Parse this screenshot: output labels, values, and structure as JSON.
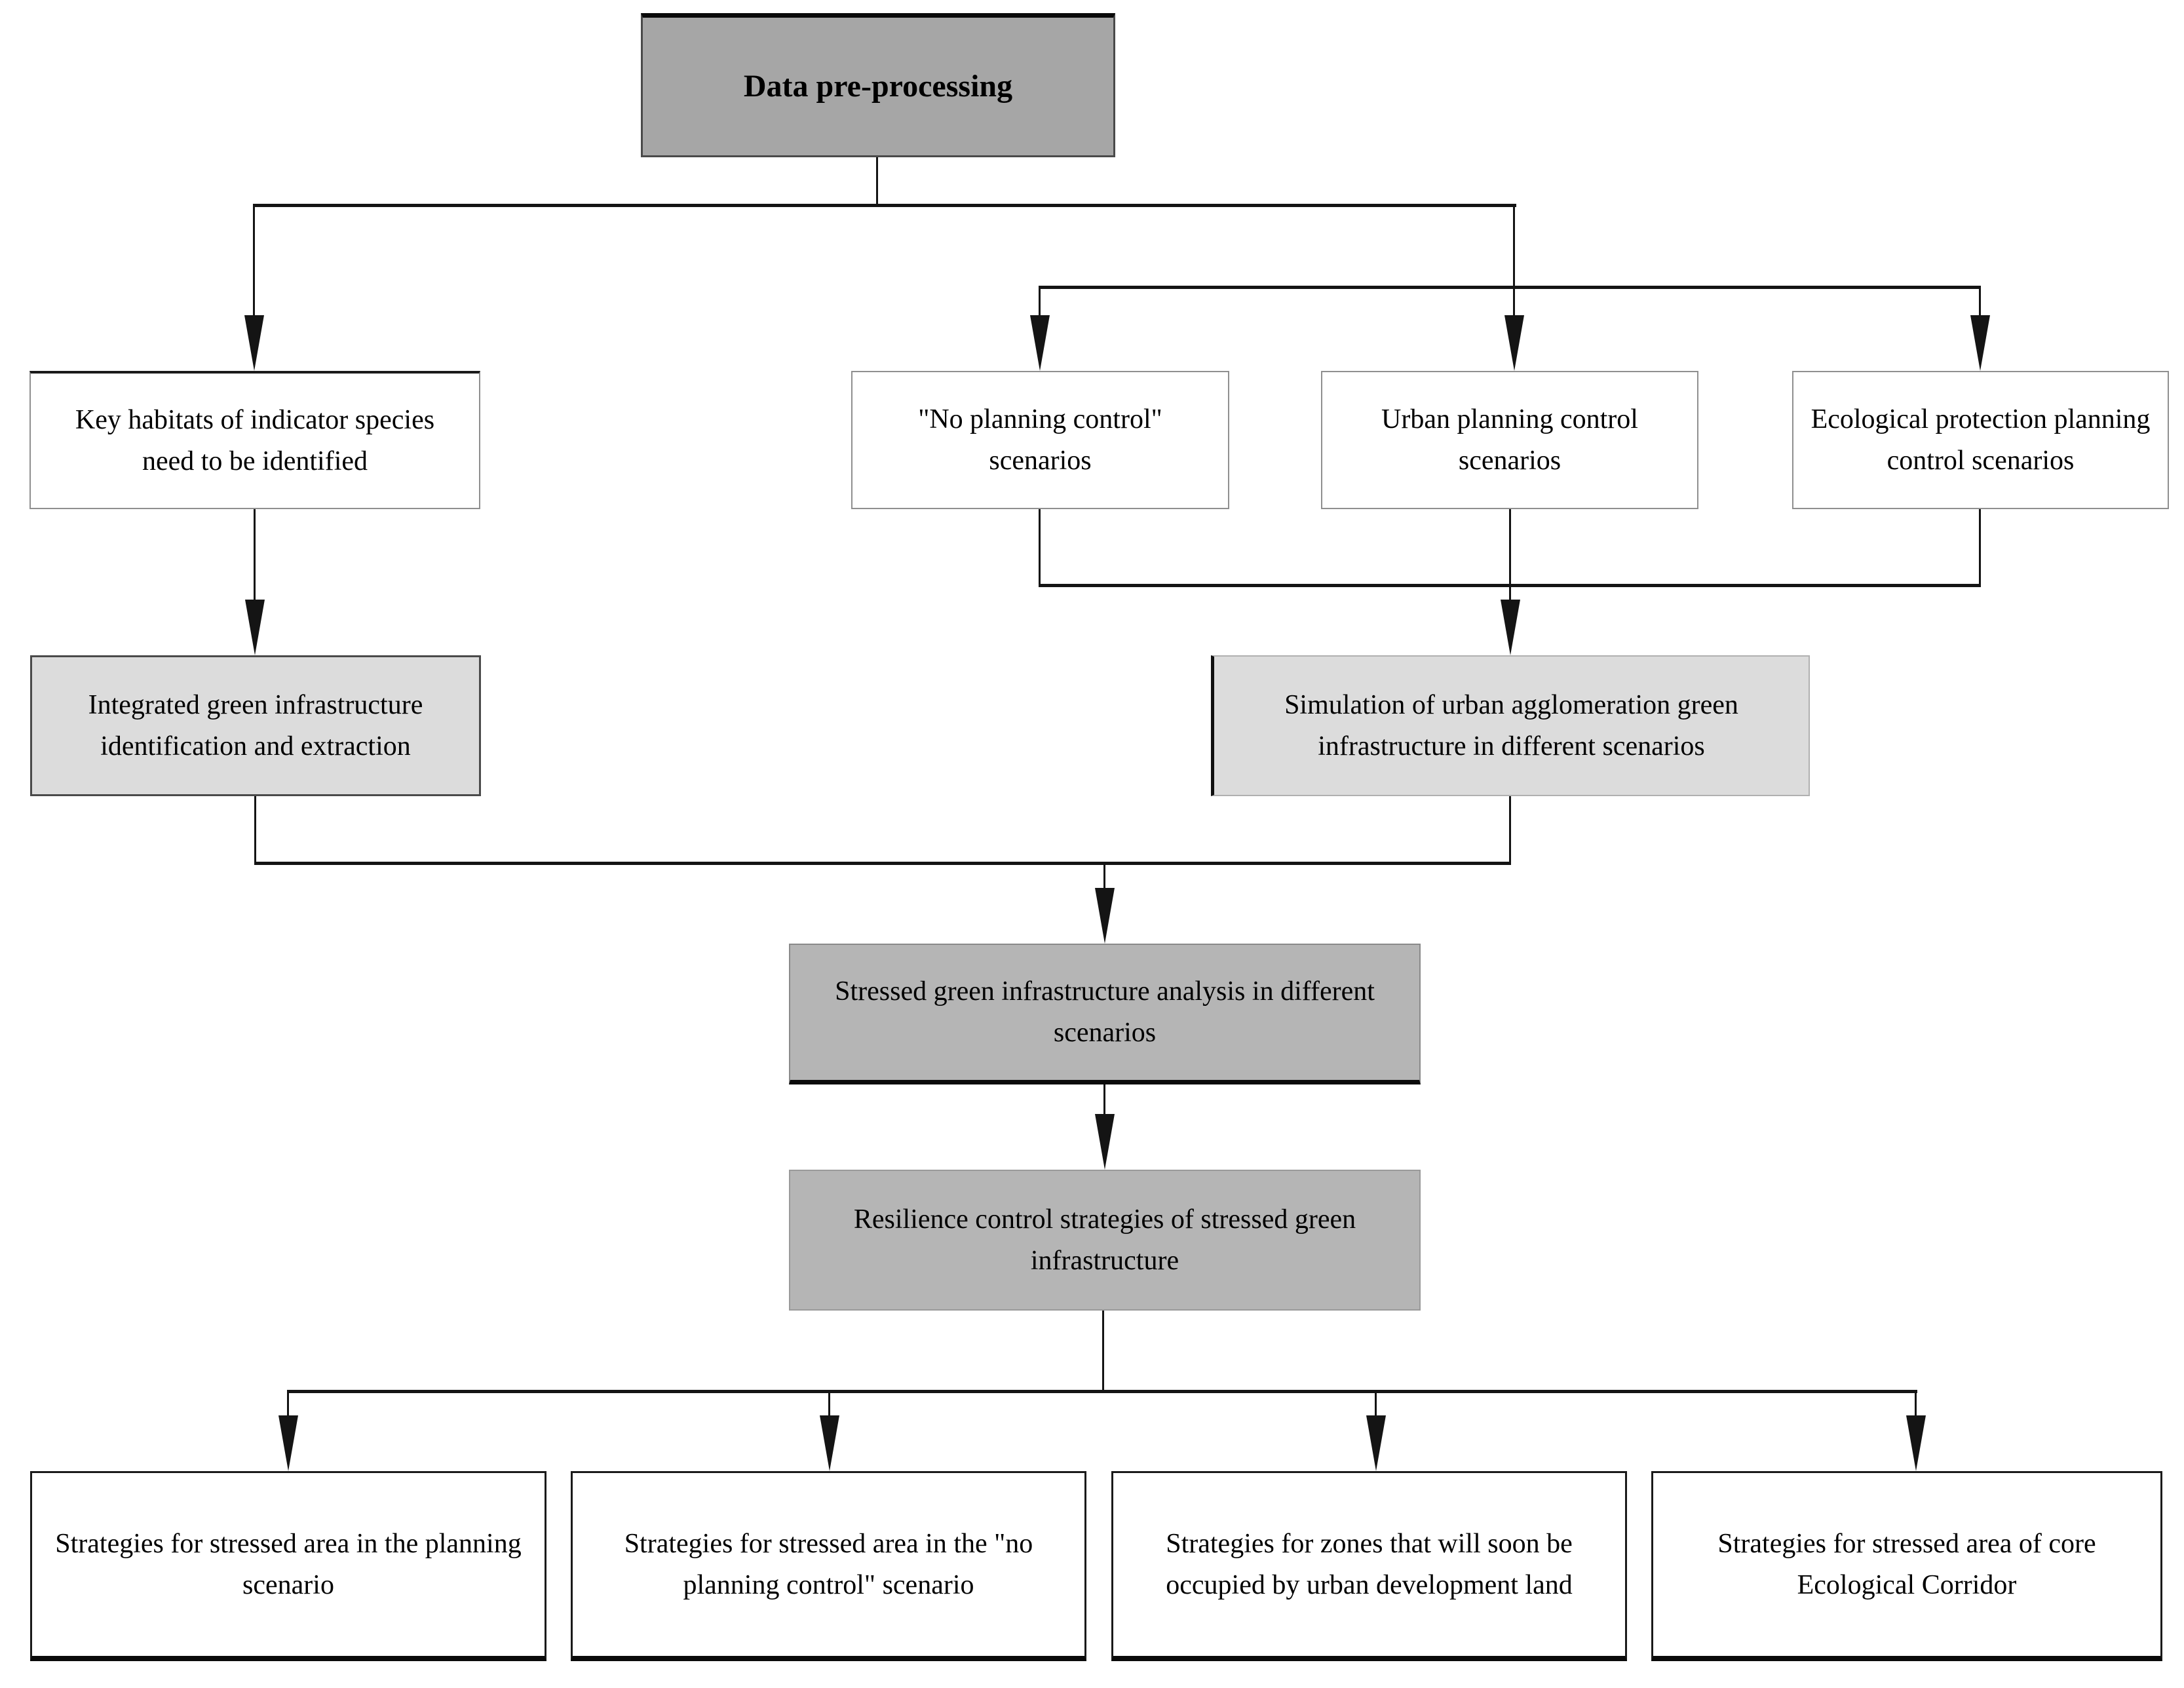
{
  "diagram": {
    "title_node": "Data pre-processing",
    "nodes": {
      "data_preprocessing": {
        "label": "Data pre-processing"
      },
      "key_habitats": {
        "label": "Key habitats of indicator species need to be identified"
      },
      "no_planning": {
        "label": "\"No planning control\" scenarios"
      },
      "urban_planning": {
        "label": "Urban planning control scenarios"
      },
      "eco_protection": {
        "label": "Ecological protection planning control scenarios"
      },
      "integrated_gi": {
        "label": "Integrated green infrastructure identification and extraction"
      },
      "simulation": {
        "label": "Simulation of urban agglomeration green infrastructure in different scenarios"
      },
      "stressed_analysis": {
        "label": "Stressed green infrastructure analysis in different scenarios"
      },
      "resilience": {
        "label": "Resilience control strategies of stressed green infrastructure"
      },
      "strategy_planning": {
        "label": "Strategies for stressed area in the planning scenario"
      },
      "strategy_no_planning": {
        "label": "Strategies for stressed area in the \"no planning control\" scenario"
      },
      "strategy_zones": {
        "label": "Strategies for zones that will soon be occupied by urban development land"
      },
      "strategy_corridor": {
        "label": "Strategies for stressed area of core Ecological Corridor"
      }
    },
    "colors": {
      "node_dark_gray": "#a6a6a6",
      "node_medium_gray": "#b5b5b5",
      "node_light_gray": "#dcdcdc",
      "node_white": "#ffffff",
      "connector": "#141414",
      "text": "#000000"
    }
  }
}
